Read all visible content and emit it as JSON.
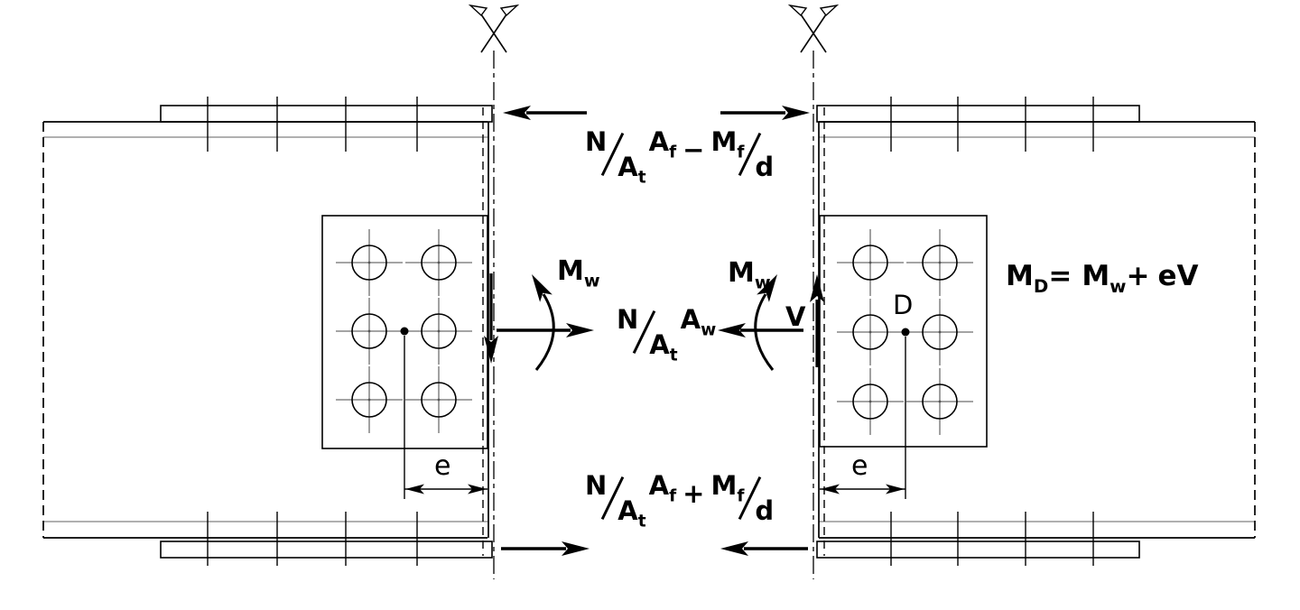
{
  "formulas": {
    "flange_top": {
      "num": "N",
      "den": "A",
      "den_sub": "t",
      "factor": "A",
      "factor_sub": "f",
      "op": "−",
      "num2": "M",
      "num2_sub": "f",
      "den2": "d"
    },
    "web": {
      "num": "N",
      "den": "A",
      "den_sub": "t",
      "factor": "A",
      "factor_sub": "w"
    },
    "flange_bottom": {
      "num": "N",
      "den": "A",
      "den_sub": "t",
      "factor": "A",
      "factor_sub": "f",
      "op": "+",
      "num2": "M",
      "num2_sub": "f",
      "den2": "d"
    },
    "moment_left": {
      "base": "M",
      "sub": "w"
    },
    "moment_right": {
      "base": "M",
      "sub": "w"
    },
    "shear_label": "V",
    "eccentric_moment": {
      "lhs": "M",
      "lhs_sub": "D",
      "eq": "=",
      "rhs": "M",
      "rhs_sub": "w",
      "op": "+",
      "term": "eV"
    }
  },
  "dimensions": {
    "left_e": "e",
    "right_e": "e",
    "centroid_label": "D"
  },
  "colors": {
    "line": "#000000",
    "thin_gray": "#808080",
    "background": "#ffffff"
  }
}
